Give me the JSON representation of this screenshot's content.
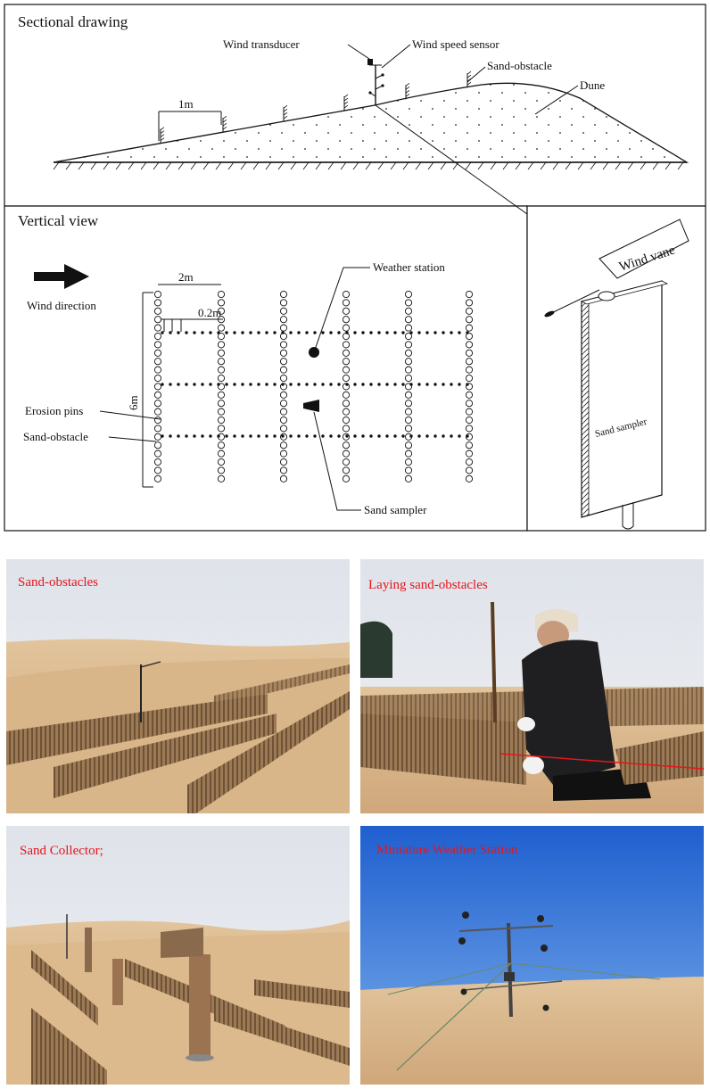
{
  "panels": {
    "sectional": {
      "heading": "Sectional drawing",
      "labels": {
        "wind_transducer": "Wind transducer",
        "wind_speed_sensor": "Wind speed sensor",
        "sand_obstacle": "Sand-obstacle",
        "dune": "Dune",
        "spacing": "1m"
      }
    },
    "vertical": {
      "heading": "Vertical view",
      "labels": {
        "wind_direction": "Wind direction",
        "weather_station": "Weather station",
        "erosion_pins": "Erosion pins",
        "sand_obstacle": "Sand-obstacle",
        "sand_sampler": "Sand sampler",
        "row_spacing": "2m",
        "pin_spacing": "0.2m",
        "row_length": "6m"
      }
    },
    "sampler_detail": {
      "labels": {
        "wind_vane": "Wind vane",
        "sand_sampler": "Sand sampler"
      }
    }
  },
  "photos": [
    {
      "caption": "Sand-obstacles"
    },
    {
      "caption": "Laying sand-obstacles"
    },
    {
      "caption": "Sand Collector;"
    },
    {
      "caption": "Miniature Weather Station"
    }
  ],
  "colors": {
    "caption": "#e8141b",
    "sand": "#d9b88e",
    "sky_pale": "#e6e9ee",
    "sky_blue": "#2f6fd8",
    "fence": "#8a6a48"
  }
}
